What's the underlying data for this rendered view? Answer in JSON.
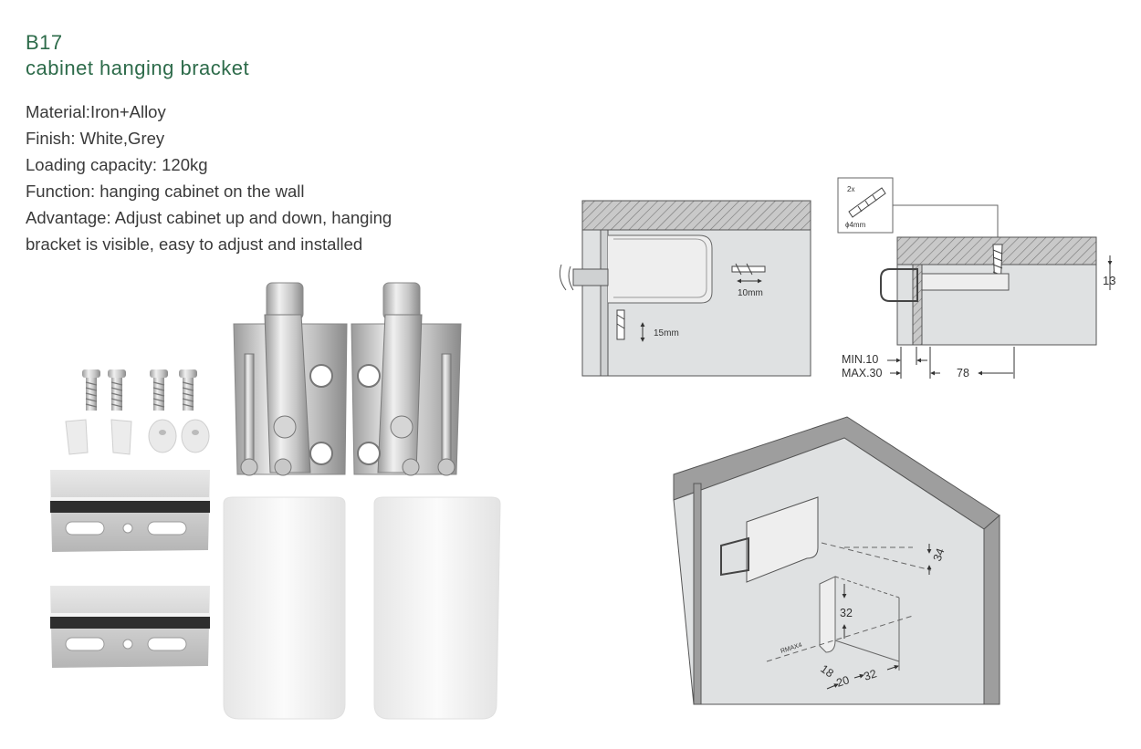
{
  "product": {
    "code": "B17",
    "name": "cabinet hanging bracket"
  },
  "specs": {
    "line1": "Material:Iron+Alloy",
    "line2": "Finish: White,Grey",
    "line3": "Loading capacity: 120kg",
    "line4": "Function: hanging cabinet on the wall",
    "line5": "Advantage: Adjust cabinet up and down, hanging",
    "line6": "bracket is visible, easy to adjust and installed"
  },
  "diagram_side": {
    "adjust_horizontal": "10mm",
    "adjust_vertical": "15mm"
  },
  "diagram_install": {
    "screw_qty": "2x",
    "screw_size": "ϕ4mm",
    "dim_height": "13",
    "dim_min": "MIN.10",
    "dim_max": "MAX.30",
    "dim_depth": "78"
  },
  "diagram_iso": {
    "dim_34": "34",
    "dim_32_vertical": "32",
    "dim_radius": "RMAX4",
    "dim_18": "18",
    "dim_20": "20",
    "dim_32_bottom": "32"
  },
  "colors": {
    "title_green": "#2d6b4a",
    "panel_grey": "#dfe1e2",
    "part_white": "#f2f2f2"
  }
}
